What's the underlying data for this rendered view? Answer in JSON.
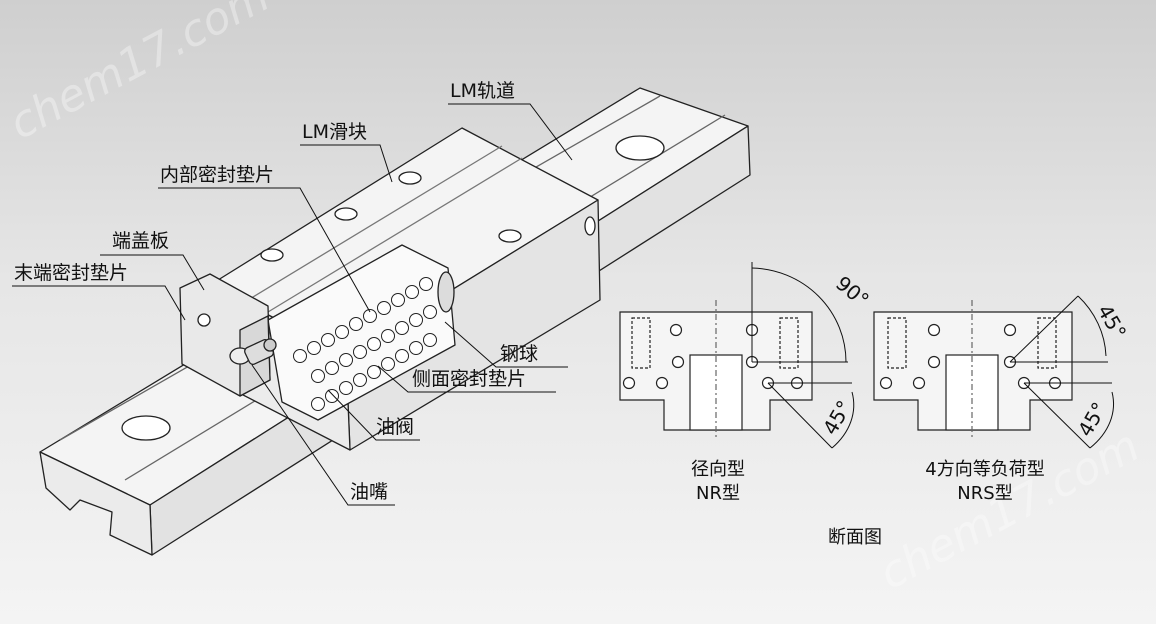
{
  "labels": {
    "lm_rail": "LM轨道",
    "lm_block": "LM滑块",
    "inner_seal": "内部密封垫片",
    "end_plate": "端盖板",
    "end_seal": "末端密封垫片",
    "steel_ball": "钢球",
    "side_seal": "侧面密封垫片",
    "oil_valve": "油阀",
    "grease_nipple": "油嘴"
  },
  "sections": {
    "left": {
      "title": "径向型",
      "model": "NR型",
      "angles": [
        "90°",
        "45°"
      ]
    },
    "right": {
      "title": "4方向等负荷型",
      "model": "NRS型",
      "angles": [
        "45°",
        "45°"
      ]
    },
    "caption": "断面图"
  },
  "watermark": "chem17.com",
  "colors": {
    "background": "#e6e6e6",
    "line": "#222222",
    "part_fill": "#f4f4f4"
  }
}
